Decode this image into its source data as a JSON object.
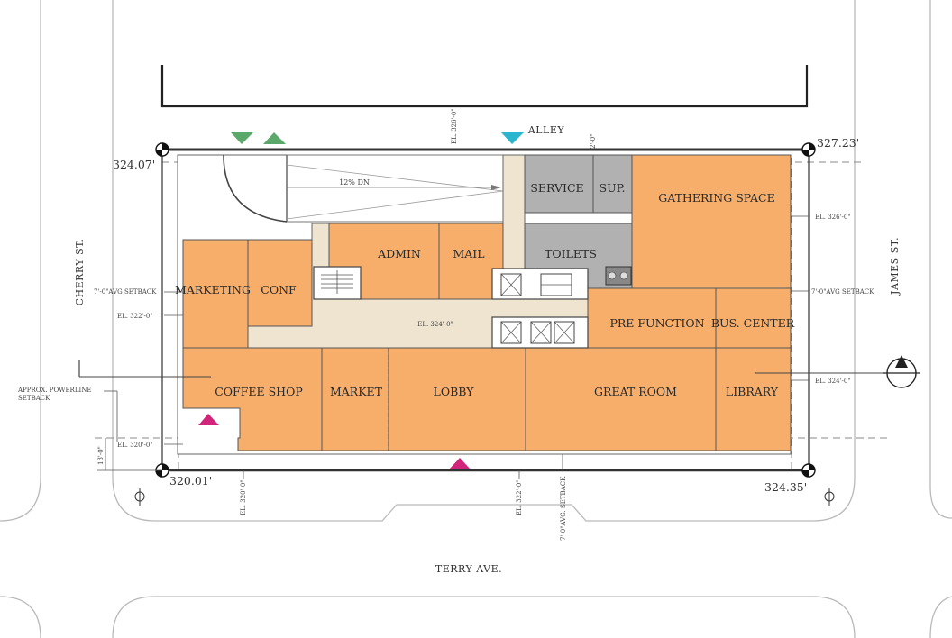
{
  "streets": {
    "north": "ALLEY",
    "south": "TERRY AVE.",
    "west": "CHERRY ST.",
    "east": "JAMES ST."
  },
  "rooms": {
    "service": "SERVICE",
    "sup": "SUP.",
    "toilets": "TOILETS",
    "gathering": "GATHERING SPACE",
    "admin": "ADMIN",
    "mail": "MAIL",
    "marketing": "MARKETING",
    "conf": "CONF",
    "prefunction": "PRE FUNCTION",
    "bus_center": "BUS. CENTER",
    "coffee": "COFFEE SHOP",
    "market": "MARKET",
    "lobby": "LOBBY",
    "great_room": "GREAT ROOM",
    "library": "LIBRARY"
  },
  "corner_elevations": {
    "nw": "324.07'",
    "ne": "327.23'",
    "sw": "320.01'",
    "se": "324.35'"
  },
  "annotations": {
    "ramp": "12% DN",
    "el_center": "EL. 324'-0\"",
    "el_north": "EL. 326'-0\"",
    "alley_dim": "2'-0\"",
    "east_el_326": "EL. 326'-0\"",
    "east_setback": "7'-0\"AVG SETBACK",
    "east_el_324": "EL. 324'-0\"",
    "west_setback": "7'-0\"AVG SETBACK",
    "west_el_322": "EL. 322'-0\"",
    "powerline_1": "APPROX. POWERLINE",
    "powerline_2": "SETBACK",
    "west_el_320": "EL. 320'-0\"",
    "dim_13": "13'-0\"",
    "south_el_320": "EL. 320'-0\"",
    "south_el_322": "EL. 322'-0\"",
    "south_setback": "7'-0\"AVG. SETBACK"
  },
  "colors": {
    "program": "#f7ae6b",
    "core": "#b1b1b1",
    "circulation": "#efe4cf",
    "entry_green": "#5aa96b",
    "entry_cyan": "#2bb6cf",
    "entry_magenta": "#d0257a"
  },
  "icons": [
    "north-arrow-icon",
    "survey-marker-icon",
    "entry-triangle-icon",
    "tree-symbol-icon"
  ]
}
